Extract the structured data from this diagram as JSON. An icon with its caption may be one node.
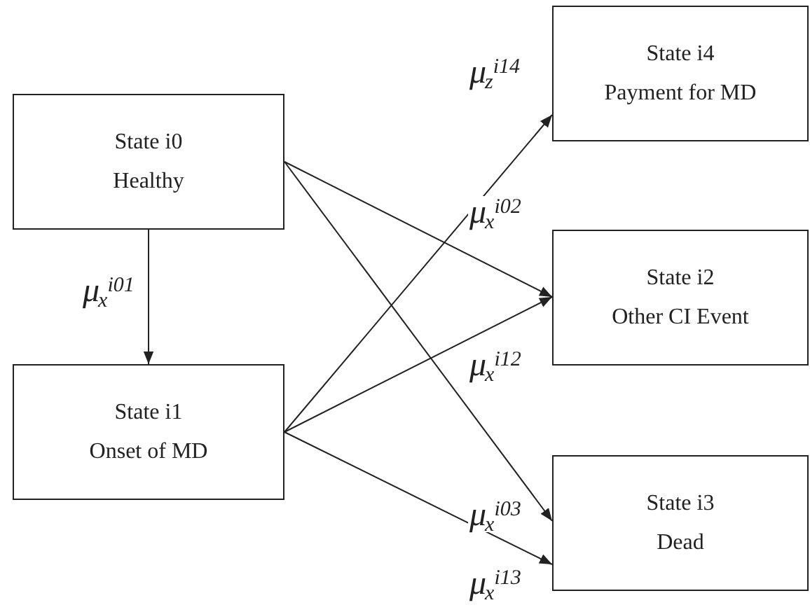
{
  "diagram": {
    "nodes": [
      {
        "text": [
          "State i0",
          "Healthy"
        ]
      },
      {
        "text": [
          "State i1",
          "Onset of MD"
        ]
      },
      {
        "text": [
          "State i2",
          "Other CI Event"
        ]
      },
      {
        "text": [
          "State i3",
          "Dead"
        ]
      },
      {
        "text": [
          "State i4",
          "Payment for MD"
        ]
      }
    ],
    "edges": [
      {
        "from": 0,
        "to": 1,
        "arrow": "to",
        "label": "μ$_{x}$$^{i01}$"
      },
      {
        "from": 0,
        "to": 2,
        "arrow": "to",
        "label": "μ$_{x}$$^{i02}$"
      },
      {
        "from": 0,
        "to": 3,
        "arrow": "to",
        "label": "μ$_{x}$$^{i03}$"
      },
      {
        "from": 1,
        "to": 4,
        "arrow": "to",
        "label": "μ$_{z}$$^{i14}$"
      },
      {
        "from": 1,
        "to": 2,
        "arrow": "to",
        "label": "μ$_{x}$$^{i12}$"
      },
      {
        "from": 1,
        "to": 3,
        "arrow": "to",
        "label": "μ$_{x}$$^{i13}$"
      }
    ]
  }
}
